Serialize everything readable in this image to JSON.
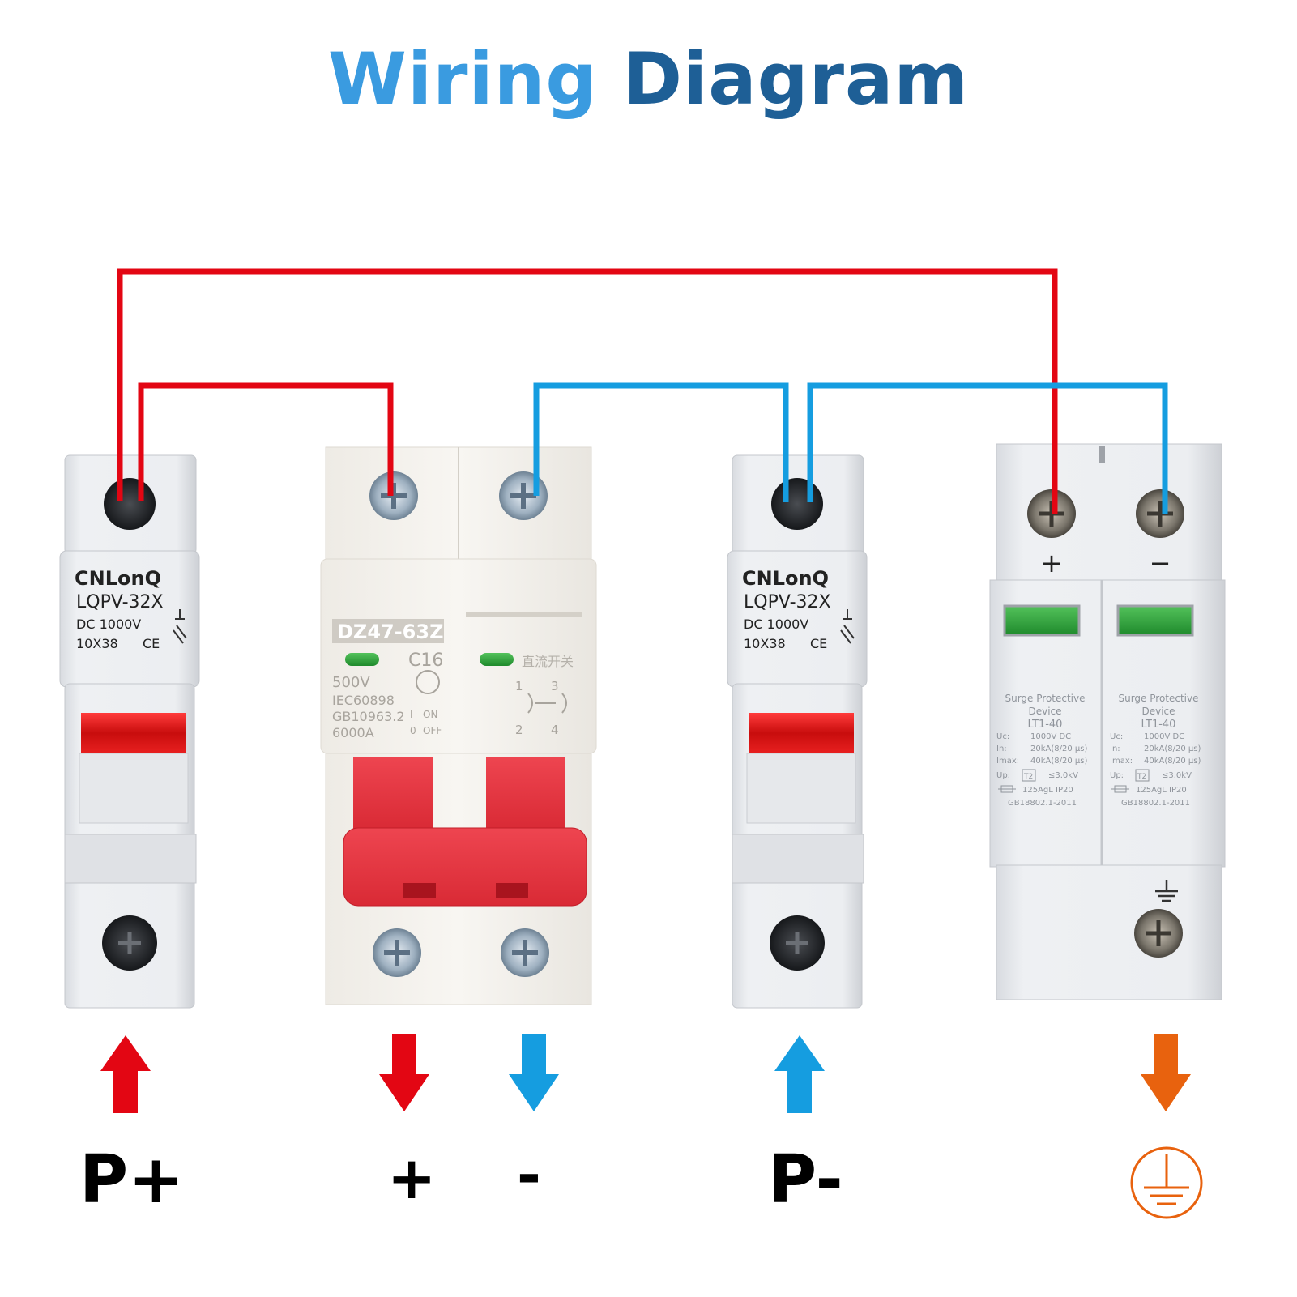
{
  "title": {
    "part1": "Wiring",
    "part2": "Diagram"
  },
  "colors": {
    "positive_wire": "#e30613",
    "negative_wire": "#159de0",
    "ground": "#e8620e",
    "title_light": "#3a9be0",
    "title_dark": "#1e5f96",
    "breaker_handle": "#e2303c",
    "fuse_window": "#d81f1f",
    "spd_window": "#2e9d3a"
  },
  "fuse_holder_left": {
    "brand": "CNLonQ",
    "model": "LQPV-32X",
    "rating": "DC 1000V",
    "size": "10X38",
    "mark": "CE"
  },
  "circuit_breaker": {
    "model": "DZ47-63Z",
    "curve": "C16",
    "voltage": "500V",
    "standard1": "IEC60898",
    "standard2": "GB10963.2",
    "capacity": "6000A",
    "on_label": "ON",
    "off_label": "OFF",
    "on_symbol": "I",
    "off_symbol": "0",
    "chinese_label": "直流开关",
    "pole_numbers": [
      "1",
      "3",
      "2",
      "4"
    ]
  },
  "fuse_holder_right": {
    "brand": "CNLonQ",
    "model": "LQPV-32X",
    "rating": "DC 1000V",
    "size": "10X38",
    "mark": "CE"
  },
  "surge_protector": {
    "plus": "+",
    "minus": "−",
    "title_line1": "Surge Protective",
    "title_line2": "Device",
    "model": "LT1-40",
    "uc_label": "Uc:",
    "uc_value": "1000V DC",
    "in_label": "In:",
    "in_value": "20kA(8/20 μs)",
    "imax_label": "Imax:",
    "imax_value": "40kA(8/20 μs)",
    "up_label": "Up:",
    "up_class": "T2",
    "up_value": "≤3.0kV",
    "fuse_info": "125AgL IP20",
    "standard": "GB18802.1-2011"
  },
  "terminal_labels": {
    "p_plus": "P+",
    "plus": "+",
    "minus": "-",
    "p_minus": "P-"
  }
}
